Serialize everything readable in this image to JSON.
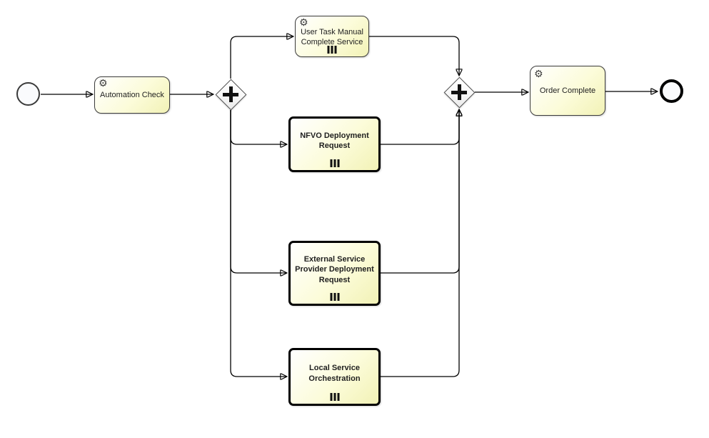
{
  "diagram": {
    "kind": "bpmn-process-diagram",
    "nodes": {
      "start_event": {
        "type": "start-event"
      },
      "automation_check": {
        "label": "Automation Check",
        "type": "service-task",
        "icon": "gear-icon"
      },
      "split_gateway": {
        "type": "parallel-gateway",
        "icon": "plus-icon"
      },
      "user_task_manual_complete_service": {
        "label": "User Task Manual Complete Service",
        "type": "service-task",
        "icon": "gear-icon",
        "marker": "multi-instance-parallel"
      },
      "nfvo_deployment_request": {
        "label": "NFVO Deployment Request",
        "type": "call-activity",
        "marker": "multi-instance-parallel"
      },
      "external_service_provider": {
        "label": "External Service Provider Deployment Request",
        "type": "call-activity",
        "marker": "multi-instance-parallel"
      },
      "local_service_orchestration": {
        "label": "Local Service Orchestration",
        "type": "call-activity",
        "marker": "multi-instance-parallel"
      },
      "join_gateway": {
        "type": "parallel-gateway",
        "icon": "plus-icon"
      },
      "order_complete": {
        "label": "Order Complete",
        "type": "service-task",
        "icon": "gear-icon"
      },
      "end_event": {
        "type": "end-event"
      }
    },
    "icons": {
      "service_task": "gear-icon",
      "gateway": "plus-icon",
      "multi_instance_marker": "three-vertical-bars"
    },
    "colors": {
      "background": "#ffffff",
      "task_fill_top": "#ffffff",
      "task_fill_bottom": "#f2f2b6",
      "task_border": "#3b3b3b",
      "call_activity_border": "#000000",
      "gateway_fill": "#f7f7f7",
      "flow_line": "#000000"
    },
    "glyphs": {
      "gear": "⚙"
    }
  }
}
